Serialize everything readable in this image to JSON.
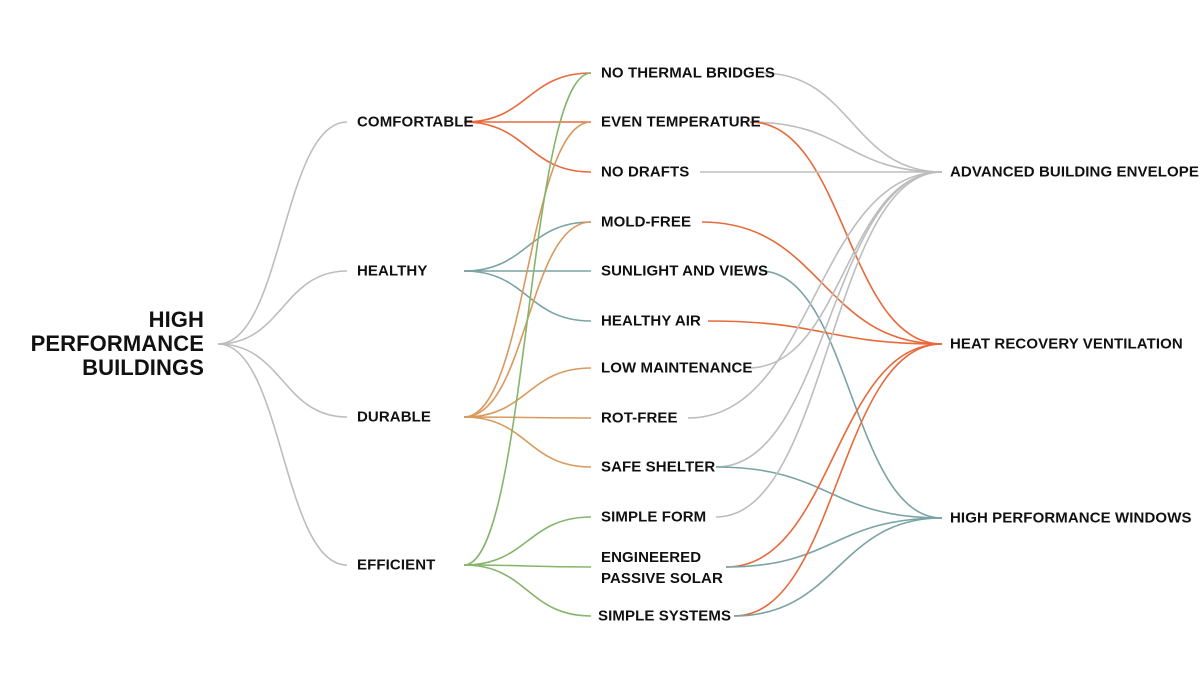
{
  "root": {
    "lines": [
      "HIGH",
      "PERFORMANCE",
      "BUILDINGS"
    ]
  },
  "qualities": [
    "COMFORTABLE",
    "HEALTHY",
    "DURABLE",
    "EFFICIENT"
  ],
  "features": [
    "NO THERMAL BRIDGES",
    "EVEN TEMPERATURE",
    "NO DRAFTS",
    "MOLD-FREE",
    "SUNLIGHT AND VIEWS",
    "HEALTHY AIR",
    "LOW MAINTENANCE",
    "ROT-FREE",
    "SAFE SHELTER",
    "SIMPLE FORM",
    [
      "ENGINEERED",
      "PASSIVE SOLAR"
    ],
    "SIMPLE SYSTEMS"
  ],
  "solutions": [
    "ADVANCED BUILDING ENVELOPE",
    "HEAT RECOVERY VENTILATION",
    "HIGH PERFORMANCE WINDOWS"
  ],
  "colors": {
    "grey": "#bdbdbd",
    "orange": "#e8693a",
    "teal": "#7aa3a3",
    "tan": "#d8995c",
    "green": "#85b56a"
  },
  "edges": {
    "root_to_quality": "grey",
    "quality_to_feature": [
      [
        "COMFORTABLE",
        "NO THERMAL BRIDGES",
        "orange"
      ],
      [
        "COMFORTABLE",
        "EVEN TEMPERATURE",
        "orange"
      ],
      [
        "COMFORTABLE",
        "NO DRAFTS",
        "orange"
      ],
      [
        "HEALTHY",
        "MOLD-FREE",
        "teal"
      ],
      [
        "HEALTHY",
        "SUNLIGHT AND VIEWS",
        "teal"
      ],
      [
        "HEALTHY",
        "HEALTHY AIR",
        "teal"
      ],
      [
        "DURABLE",
        "MOLD-FREE",
        "tan"
      ],
      [
        "DURABLE",
        "EVEN TEMPERATURE",
        "tan"
      ],
      [
        "DURABLE",
        "LOW MAINTENANCE",
        "tan"
      ],
      [
        "DURABLE",
        "ROT-FREE",
        "tan"
      ],
      [
        "DURABLE",
        "SAFE SHELTER",
        "tan"
      ],
      [
        "EFFICIENT",
        "NO THERMAL BRIDGES",
        "green"
      ],
      [
        "EFFICIENT",
        "SIMPLE FORM",
        "green"
      ],
      [
        "EFFICIENT",
        "ENGINEERED PASSIVE SOLAR",
        "green"
      ],
      [
        "EFFICIENT",
        "SIMPLE SYSTEMS",
        "green"
      ]
    ],
    "feature_to_solution": [
      [
        "NO THERMAL BRIDGES",
        "ADVANCED BUILDING ENVELOPE",
        "grey"
      ],
      [
        "EVEN TEMPERATURE",
        "ADVANCED BUILDING ENVELOPE",
        "grey"
      ],
      [
        "EVEN TEMPERATURE",
        "HEAT RECOVERY VENTILATION",
        "orange"
      ],
      [
        "NO DRAFTS",
        "ADVANCED BUILDING ENVELOPE",
        "grey"
      ],
      [
        "MOLD-FREE",
        "HEAT RECOVERY VENTILATION",
        "orange"
      ],
      [
        "SUNLIGHT AND VIEWS",
        "HIGH PERFORMANCE WINDOWS",
        "teal"
      ],
      [
        "HEALTHY AIR",
        "HEAT RECOVERY VENTILATION",
        "orange"
      ],
      [
        "LOW MAINTENANCE",
        "ADVANCED BUILDING ENVELOPE",
        "grey"
      ],
      [
        "ROT-FREE",
        "ADVANCED BUILDING ENVELOPE",
        "grey"
      ],
      [
        "SAFE SHELTER",
        "ADVANCED BUILDING ENVELOPE",
        "grey"
      ],
      [
        "SAFE SHELTER",
        "HIGH PERFORMANCE WINDOWS",
        "teal"
      ],
      [
        "SIMPLE FORM",
        "ADVANCED BUILDING ENVELOPE",
        "grey"
      ],
      [
        "ENGINEERED PASSIVE SOLAR",
        "HEAT RECOVERY VENTILATION",
        "orange"
      ],
      [
        "ENGINEERED PASSIVE SOLAR",
        "HIGH PERFORMANCE WINDOWS",
        "teal"
      ],
      [
        "SIMPLE SYSTEMS",
        "HEAT RECOVERY VENTILATION",
        "orange"
      ],
      [
        "SIMPLE SYSTEMS",
        "HIGH PERFORMANCE WINDOWS",
        "teal"
      ]
    ]
  }
}
